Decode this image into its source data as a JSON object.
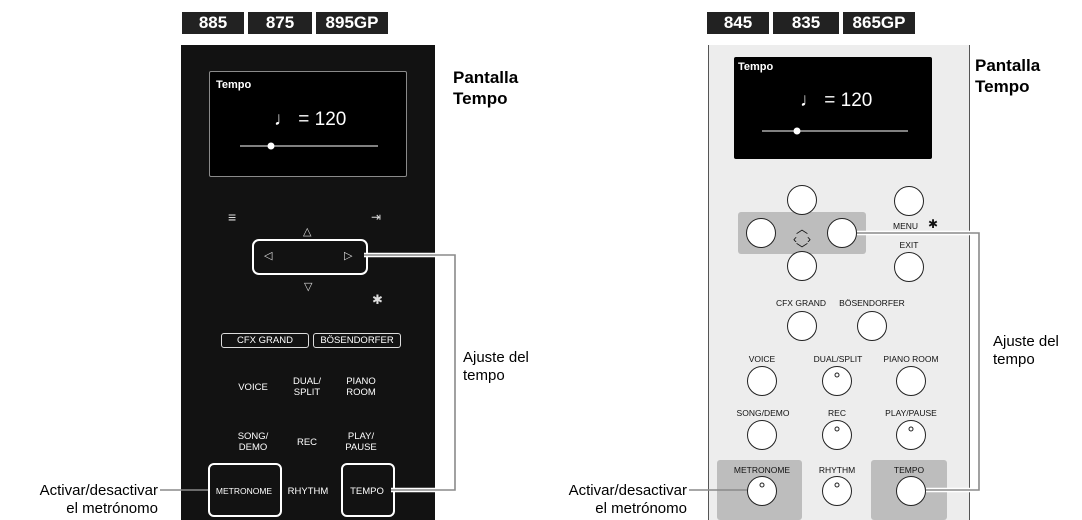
{
  "models_left": [
    "885",
    "875",
    "895GP"
  ],
  "models_right": [
    "845",
    "835",
    "865GP"
  ],
  "screen": {
    "label": "Tempo",
    "value": "♩ = 120"
  },
  "callouts": {
    "pantalla": [
      "Pantalla",
      "Tempo"
    ],
    "ajuste": [
      "Ajuste del",
      "tempo"
    ],
    "activar": [
      "Activar/desactivar",
      "el metrónomo"
    ]
  },
  "left_panel": {
    "cfx": "CFX GRAND",
    "bosen": "BÖSENDORFER",
    "voice": "VOICE",
    "dual": [
      "DUAL/",
      "SPLIT"
    ],
    "piano": [
      "PIANO",
      "ROOM"
    ],
    "song": [
      "SONG/",
      "DEMO"
    ],
    "rec": "REC",
    "play": [
      "PLAY/",
      "PAUSE"
    ],
    "metronome": "METRONOME",
    "rhythm": "RHYTHM",
    "tempo": "TEMPO"
  },
  "right_panel": {
    "menu": "MENU",
    "exit": "EXIT",
    "cfx": "CFX GRAND",
    "bosen": "BÖSENDORFER",
    "voice": "VOICE",
    "dual": "DUAL/SPLIT",
    "piano": "PIANO ROOM",
    "song": "SONG/DEMO",
    "rec": "REC",
    "play": "PLAY/PAUSE",
    "metronome": "METRONOME",
    "rhythm": "RHYTHM",
    "tempo": "TEMPO"
  }
}
